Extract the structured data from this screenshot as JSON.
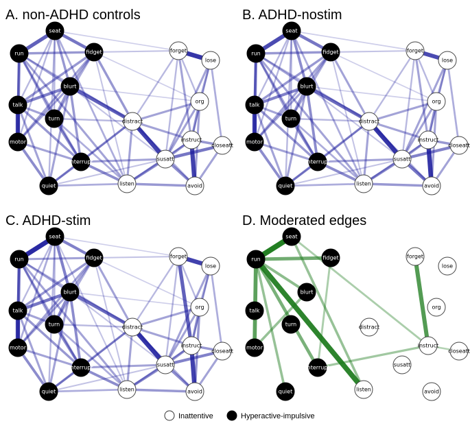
{
  "panels": [
    {
      "id": "A",
      "title": "A. non-ADHD controls",
      "style": "blue"
    },
    {
      "id": "B",
      "title": "B. ADHD-nostim",
      "style": "blue"
    },
    {
      "id": "C",
      "title": "C. ADHD-stim",
      "style": "blue"
    },
    {
      "id": "D",
      "title": "D. Moderated edges",
      "style": "green"
    }
  ],
  "nodes": [
    {
      "id": "seat",
      "label": "seat",
      "group": "Hyperactive-impulsive"
    },
    {
      "id": "run",
      "label": "run",
      "group": "Hyperactive-impulsive"
    },
    {
      "id": "fidget",
      "label": "fidget",
      "group": "Hyperactive-impulsive"
    },
    {
      "id": "blurt",
      "label": "blurt",
      "group": "Hyperactive-impulsive"
    },
    {
      "id": "talk",
      "label": "talk",
      "group": "Hyperactive-impulsive"
    },
    {
      "id": "turn",
      "label": "turn",
      "group": "Hyperactive-impulsive"
    },
    {
      "id": "motor",
      "label": "motor",
      "group": "Hyperactive-impulsive"
    },
    {
      "id": "interrupt",
      "label": "interrupt",
      "group": "Hyperactive-impulsive"
    },
    {
      "id": "quiet",
      "label": "quiet",
      "group": "Hyperactive-impulsive"
    },
    {
      "id": "forget",
      "label": "forget",
      "group": "Inattentive"
    },
    {
      "id": "lose",
      "label": "lose",
      "group": "Inattentive"
    },
    {
      "id": "org",
      "label": "org",
      "group": "Inattentive"
    },
    {
      "id": "distract",
      "label": "distract",
      "group": "Inattentive"
    },
    {
      "id": "instruct",
      "label": "instruct",
      "group": "Inattentive"
    },
    {
      "id": "closeatt",
      "label": "closeatt",
      "group": "Inattentive"
    },
    {
      "id": "susatt",
      "label": "susatt",
      "group": "Inattentive"
    },
    {
      "id": "listen",
      "label": "listen",
      "group": "Inattentive"
    },
    {
      "id": "avoid",
      "label": "avoid",
      "group": "Inattentive"
    }
  ],
  "edges": [
    {
      "a": "seat",
      "b": "run",
      "w": [
        0.6,
        0.7,
        0.85
      ]
    },
    {
      "a": "seat",
      "b": "fidget",
      "w": [
        0.5,
        0.5,
        0.45
      ]
    },
    {
      "a": "seat",
      "b": "blurt",
      "w": [
        0.35,
        0.4,
        0.45
      ]
    },
    {
      "a": "seat",
      "b": "talk",
      "w": [
        0.2,
        0.2,
        0.2
      ]
    },
    {
      "a": "seat",
      "b": "turn",
      "w": [
        0.2,
        0.2,
        0.2
      ]
    },
    {
      "a": "seat",
      "b": "motor",
      "w": [
        0.2,
        0.2,
        0.25
      ]
    },
    {
      "a": "seat",
      "b": "quiet",
      "w": [
        0.2,
        0.2,
        0.2
      ]
    },
    {
      "a": "seat",
      "b": "listen",
      "w": [
        0.25,
        0.25,
        0.15
      ]
    },
    {
      "a": "run",
      "b": "fidget",
      "w": [
        0.35,
        0.35,
        0.3
      ]
    },
    {
      "a": "run",
      "b": "blurt",
      "w": [
        0.3,
        0.3,
        0.3
      ]
    },
    {
      "a": "run",
      "b": "talk",
      "w": [
        0.3,
        0.35,
        0.35
      ]
    },
    {
      "a": "run",
      "b": "turn",
      "w": [
        0.3,
        0.3,
        0.3
      ]
    },
    {
      "a": "run",
      "b": "motor",
      "w": [
        0.45,
        0.45,
        0.5
      ]
    },
    {
      "a": "run",
      "b": "interrupt",
      "w": [
        0.3,
        0.3,
        0.3
      ]
    },
    {
      "a": "run",
      "b": "listen",
      "w": [
        0.3,
        0.3,
        0.3
      ]
    },
    {
      "a": "fidget",
      "b": "blurt",
      "w": [
        0.3,
        0.3,
        0.3
      ]
    },
    {
      "a": "fidget",
      "b": "talk",
      "w": [
        0.35,
        0.35,
        0.35
      ]
    },
    {
      "a": "fidget",
      "b": "turn",
      "w": [
        0.25,
        0.25,
        0.25
      ]
    },
    {
      "a": "fidget",
      "b": "distract",
      "w": [
        0.35,
        0.3,
        0.3
      ]
    },
    {
      "a": "fidget",
      "b": "motor",
      "w": [
        0.3,
        0.3,
        0.3
      ]
    },
    {
      "a": "fidget",
      "b": "forget",
      "w": [
        0.15,
        0.15,
        0.15
      ]
    },
    {
      "a": "blurt",
      "b": "talk",
      "w": [
        0.45,
        0.45,
        0.5
      ]
    },
    {
      "a": "blurt",
      "b": "turn",
      "w": [
        0.35,
        0.35,
        0.4
      ]
    },
    {
      "a": "blurt",
      "b": "distract",
      "w": [
        0.6,
        0.55,
        0.55
      ]
    },
    {
      "a": "blurt",
      "b": "interrupt",
      "w": [
        0.35,
        0.4,
        0.4
      ]
    },
    {
      "a": "blurt",
      "b": "motor",
      "w": [
        0.3,
        0.3,
        0.3
      ]
    },
    {
      "a": "blurt",
      "b": "quiet",
      "w": [
        0.3,
        0.3,
        0.3
      ]
    },
    {
      "a": "talk",
      "b": "turn",
      "w": [
        0.3,
        0.3,
        0.3
      ]
    },
    {
      "a": "talk",
      "b": "motor",
      "w": [
        0.75,
        0.75,
        0.75
      ]
    },
    {
      "a": "talk",
      "b": "interrupt",
      "w": [
        0.35,
        0.35,
        0.35
      ]
    },
    {
      "a": "talk",
      "b": "quiet",
      "w": [
        0.3,
        0.3,
        0.3
      ]
    },
    {
      "a": "turn",
      "b": "interrupt",
      "w": [
        0.4,
        0.4,
        0.4
      ]
    },
    {
      "a": "turn",
      "b": "listen",
      "w": [
        0.25,
        0.25,
        0.25
      ]
    },
    {
      "a": "motor",
      "b": "interrupt",
      "w": [
        0.3,
        0.3,
        0.3
      ]
    },
    {
      "a": "motor",
      "b": "quiet",
      "w": [
        0.4,
        0.4,
        0.4
      ]
    },
    {
      "a": "interrupt",
      "b": "quiet",
      "w": [
        0.3,
        0.3,
        0.3
      ]
    },
    {
      "a": "interrupt",
      "b": "listen",
      "w": [
        0.4,
        0.4,
        0.4
      ]
    },
    {
      "a": "interrupt",
      "b": "susatt",
      "w": [
        0.3,
        0.3,
        0.3
      ]
    },
    {
      "a": "interrupt",
      "b": "distract",
      "w": [
        0.25,
        0.25,
        0.25
      ]
    },
    {
      "a": "quiet",
      "b": "distract",
      "w": [
        0.3,
        0.3,
        0.3
      ]
    },
    {
      "a": "quiet",
      "b": "listen",
      "w": [
        0.25,
        0.25,
        0.25
      ]
    },
    {
      "a": "forget",
      "b": "lose",
      "w": [
        0.8,
        0.7,
        0.75
      ]
    },
    {
      "a": "forget",
      "b": "org",
      "w": [
        0.2,
        0.2,
        0.2
      ]
    },
    {
      "a": "forget",
      "b": "instruct",
      "w": [
        0.3,
        0.3,
        0.6
      ]
    },
    {
      "a": "forget",
      "b": "distract",
      "w": [
        0.2,
        0.2,
        0.2
      ]
    },
    {
      "a": "forget",
      "b": "susatt",
      "w": [
        0.2,
        0.2,
        0.2
      ]
    },
    {
      "a": "lose",
      "b": "org",
      "w": [
        0.3,
        0.3,
        0.3
      ]
    },
    {
      "a": "lose",
      "b": "instruct",
      "w": [
        0.2,
        0.2,
        0.2
      ]
    },
    {
      "a": "lose",
      "b": "closeatt",
      "w": [
        0.25,
        0.25,
        0.25
      ]
    },
    {
      "a": "lose",
      "b": "susatt",
      "w": [
        0.3,
        0.3,
        0.3
      ]
    },
    {
      "a": "org",
      "b": "instruct",
      "w": [
        0.35,
        0.35,
        0.35
      ]
    },
    {
      "a": "org",
      "b": "distract",
      "w": [
        0.3,
        0.3,
        0.3
      ]
    },
    {
      "a": "org",
      "b": "susatt",
      "w": [
        0.3,
        0.3,
        0.3
      ]
    },
    {
      "a": "org",
      "b": "avoid",
      "w": [
        0.3,
        0.3,
        0.35
      ]
    },
    {
      "a": "distract",
      "b": "susatt",
      "w": [
        0.75,
        0.8,
        0.8
      ]
    },
    {
      "a": "distract",
      "b": "instruct",
      "w": [
        0.3,
        0.3,
        0.3
      ]
    },
    {
      "a": "distract",
      "b": "listen",
      "w": [
        0.3,
        0.3,
        0.3
      ]
    },
    {
      "a": "distract",
      "b": "avoid",
      "w": [
        0.25,
        0.25,
        0.25
      ]
    },
    {
      "a": "instruct",
      "b": "closeatt",
      "w": [
        0.35,
        0.35,
        0.35
      ]
    },
    {
      "a": "instruct",
      "b": "susatt",
      "w": [
        0.35,
        0.35,
        0.35
      ]
    },
    {
      "a": "instruct",
      "b": "avoid",
      "w": [
        0.75,
        0.8,
        0.75
      ]
    },
    {
      "a": "closeatt",
      "b": "susatt",
      "w": [
        0.5,
        0.45,
        0.45
      ]
    },
    {
      "a": "closeatt",
      "b": "avoid",
      "w": [
        0.3,
        0.3,
        0.3
      ]
    },
    {
      "a": "susatt",
      "b": "avoid",
      "w": [
        0.4,
        0.5,
        0.4
      ]
    },
    {
      "a": "susatt",
      "b": "listen",
      "w": [
        0.4,
        0.4,
        0.4
      ]
    },
    {
      "a": "listen",
      "b": "avoid",
      "w": [
        0.35,
        0.35,
        0.35
      ]
    },
    {
      "a": "listen",
      "b": "instruct",
      "w": [
        0.25,
        0.25,
        0.25
      ]
    },
    {
      "a": "blurt",
      "b": "susatt",
      "w": [
        0.15,
        0.15,
        0.15
      ]
    },
    {
      "a": "turn",
      "b": "distract",
      "w": [
        0.2,
        0.2,
        0.2
      ]
    },
    {
      "a": "run",
      "b": "distract",
      "w": [
        0.2,
        0.2,
        0.2
      ]
    },
    {
      "a": "fidget",
      "b": "listen",
      "w": [
        0.15,
        0.15,
        0.15
      ]
    },
    {
      "a": "seat",
      "b": "forget",
      "w": [
        0.1,
        0.1,
        0.1
      ]
    },
    {
      "a": "blurt",
      "b": "org",
      "w": [
        0.1,
        0.1,
        0.1
      ]
    },
    {
      "a": "fidget",
      "b": "org",
      "w": [
        0.1,
        0.1,
        0.1
      ]
    },
    {
      "a": "quiet",
      "b": "susatt",
      "w": [
        0.15,
        0.15,
        0.15
      ]
    }
  ],
  "moderated_edges": [
    {
      "a": "seat",
      "b": "run",
      "w": 0.9
    },
    {
      "a": "run",
      "b": "fidget",
      "w": 0.5
    },
    {
      "a": "run",
      "b": "listen",
      "w": 0.85
    },
    {
      "a": "run",
      "b": "motor",
      "w": 0.6
    },
    {
      "a": "run",
      "b": "interrupt",
      "w": 0.45
    },
    {
      "a": "run",
      "b": "blurt",
      "w": 0.35
    },
    {
      "a": "run",
      "b": "quiet",
      "w": 0.3
    },
    {
      "a": "seat",
      "b": "listen",
      "w": 0.3
    },
    {
      "a": "seat",
      "b": "instruct",
      "w": 0.2
    },
    {
      "a": "blurt",
      "b": "motor",
      "w": 0.3
    },
    {
      "a": "forget",
      "b": "instruct",
      "w": 0.65
    },
    {
      "a": "interrupt",
      "b": "instruct",
      "w": 0.25
    },
    {
      "a": "instruct",
      "b": "closeatt",
      "w": 0.15
    },
    {
      "a": "fidget",
      "b": "interrupt",
      "w": 0.2
    }
  ],
  "legend": [
    {
      "label": "Inattentive",
      "fill": "#ffffff"
    },
    {
      "label": "Hyperactive-impulsive",
      "fill": "#000000"
    }
  ],
  "colors": {
    "edge_blue": "#1a1a9c",
    "edge_green": "#1b7a1b",
    "node_dark": "#000000",
    "node_light": "#ffffff"
  }
}
